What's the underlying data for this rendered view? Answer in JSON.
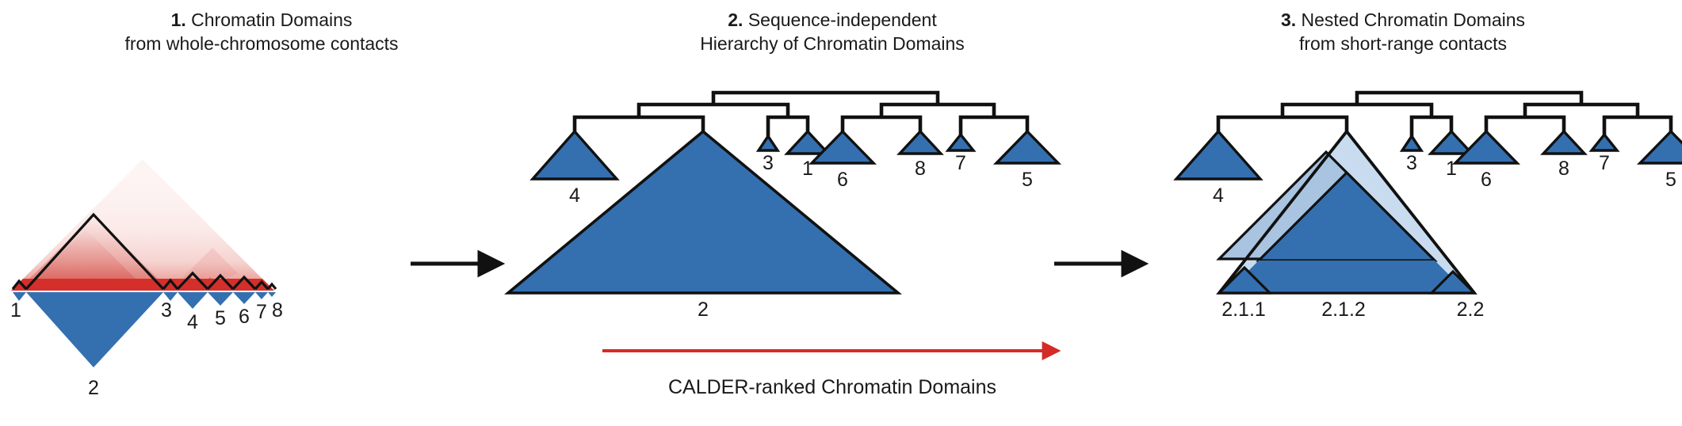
{
  "figure": {
    "background": "#ffffff",
    "colors": {
      "domain_blue": "#3470b0",
      "domain_blue_mid": "#a8c4e0",
      "domain_blue_light": "#c9dcef",
      "heatmap_red": "#d42f2a",
      "outline_black": "#1a1a1a",
      "arrow_red": "#d42b26"
    }
  },
  "panels": [
    {
      "id": "panel-1",
      "number": "1.",
      "title_line1": "Chromatin Domains",
      "title_line2": "from whole-chromosome contacts",
      "domain_labels": [
        "1",
        "2",
        "3",
        "4",
        "5",
        "6",
        "7",
        "8"
      ]
    },
    {
      "id": "panel-2",
      "number": "2.",
      "title_line1": "Sequence-independent",
      "title_line2": "Hierarchy of Chromatin Domains",
      "leaf_labels": [
        "4",
        "2",
        "3",
        "1",
        "6",
        "8",
        "7",
        "5"
      ],
      "big_triangle_label": "2"
    },
    {
      "id": "panel-3",
      "number": "3.",
      "title_line1": "Nested Chromatin Domains",
      "title_line2": "from short-range contacts",
      "leaf_labels": [
        "4",
        "3",
        "1",
        "6",
        "8",
        "7",
        "5"
      ],
      "nested_labels": [
        "2.1.1",
        "2.1.2",
        "2.2"
      ]
    }
  ],
  "calder_arrow": {
    "caption": "CALDER-ranked Chromatin Domains",
    "color": "#d42b26"
  },
  "connectors": [
    {
      "name": "arrow-1-to-2"
    },
    {
      "name": "arrow-2-to-3"
    }
  ]
}
